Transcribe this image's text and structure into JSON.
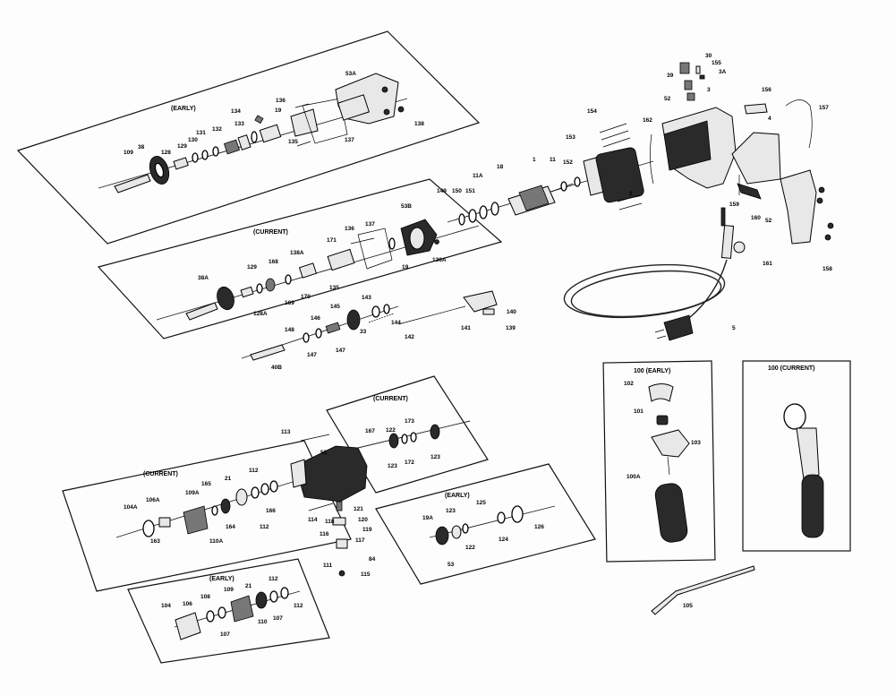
{
  "panels": {
    "armature_early": "(EARLY)",
    "armature_current": "(CURRENT)",
    "gear_current": "(CURRENT)",
    "gear_early": "(EARLY)",
    "nose_current": "(CURRENT)",
    "nose_early": "(EARLY)",
    "handle_early": "100 (EARLY)",
    "handle_current": "100 (CURRENT)"
  },
  "labels": {
    "p109": "109",
    "p38": "38",
    "p128": "128",
    "p129": "129",
    "p130": "130",
    "p131": "131",
    "p132": "132",
    "p133": "133",
    "p134": "134",
    "p135": "135",
    "p136": "136",
    "p19": "19",
    "p137": "137",
    "p53a": "53A",
    "p138": "138",
    "p38a": "38A",
    "p128a": "128A",
    "p129b": "129",
    "p168": "168",
    "p169": "169",
    "p170": "170",
    "p135b": "135",
    "p138a": "138A",
    "p171": "171",
    "p136b": "136",
    "p137b": "137",
    "p53b": "53B",
    "p19b": "19",
    "p136a": "136A",
    "p149": "149",
    "p150": "150",
    "p151": "151",
    "p11a": "11A",
    "p18": "18",
    "p1": "1",
    "p11": "11",
    "p152": "152",
    "p153": "153",
    "p154": "154",
    "p2": "2",
    "p162": "162",
    "p30": "30",
    "p155": "155",
    "p39": "39",
    "p3a": "3A",
    "p3": "3",
    "p52": "52",
    "p156": "156",
    "p157": "157",
    "p4": "4",
    "p159": "159",
    "p160": "160",
    "p52b": "52",
    "p158": "158",
    "p161": "161",
    "p5": "5",
    "p143": "143",
    "p140": "140",
    "p145": "145",
    "p146": "146",
    "p148": "148",
    "p147": "147",
    "p147b": "147",
    "p33": "33",
    "p144": "144",
    "p142": "142",
    "p141": "141",
    "p139": "139",
    "p40b": "40B",
    "p113": "113",
    "p53": "53",
    "p167": "167",
    "p122": "122",
    "p173": "173",
    "p123": "123",
    "p172": "172",
    "p123b": "123",
    "p104a": "104A",
    "p106a": "106A",
    "p163": "163",
    "p109a": "109A",
    "p165": "165",
    "p21": "21",
    "p112": "112",
    "p164": "164",
    "p110a": "110A",
    "p166": "166",
    "p112b": "112",
    "p114": "114",
    "p121": "121",
    "p120": "120",
    "p118": "118",
    "p119": "119",
    "p116": "116",
    "p117": "117",
    "p111": "111",
    "p84": "84",
    "p115": "115",
    "p19a": "19A",
    "p123c": "123",
    "p125": "125",
    "p122b": "122",
    "p124": "124",
    "p126": "126",
    "p53c": "53",
    "p104": "104",
    "p106": "106",
    "p108": "108",
    "p109c": "109",
    "p21b": "21",
    "p112c": "112",
    "p107": "107",
    "p110": "110",
    "p107b": "107",
    "p112d": "112",
    "p102": "102",
    "p101": "101",
    "p103": "103",
    "p100a": "100A",
    "p105": "105"
  }
}
